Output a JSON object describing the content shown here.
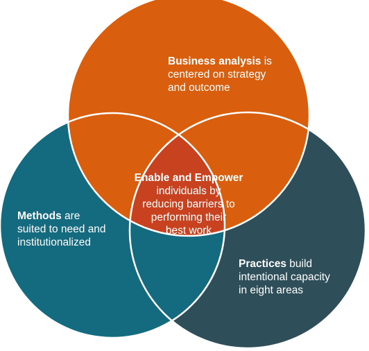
{
  "circles": {
    "business": {
      "color": "#d95f0e",
      "bold": "Business analysis",
      "text_line1": " is",
      "text_line2": "centered on strategy",
      "text_line3": "and outcome"
    },
    "methods": {
      "color": "#146b80",
      "bold": "Methods",
      "text_line1": " are",
      "text_line2": "suited to need and",
      "text_line3": "institutionalized"
    },
    "practices": {
      "color": "#2e4f5a",
      "bold": "Practices",
      "text_line1": " build",
      "text_line2": "intentional capacity",
      "text_line3": "in eight areas"
    }
  },
  "center": {
    "color": "#c94220",
    "bold": "Enable and Empower",
    "line2": "individuals by",
    "line3": "reducing barriers to",
    "line4": "performing their",
    "line5": "best work"
  }
}
